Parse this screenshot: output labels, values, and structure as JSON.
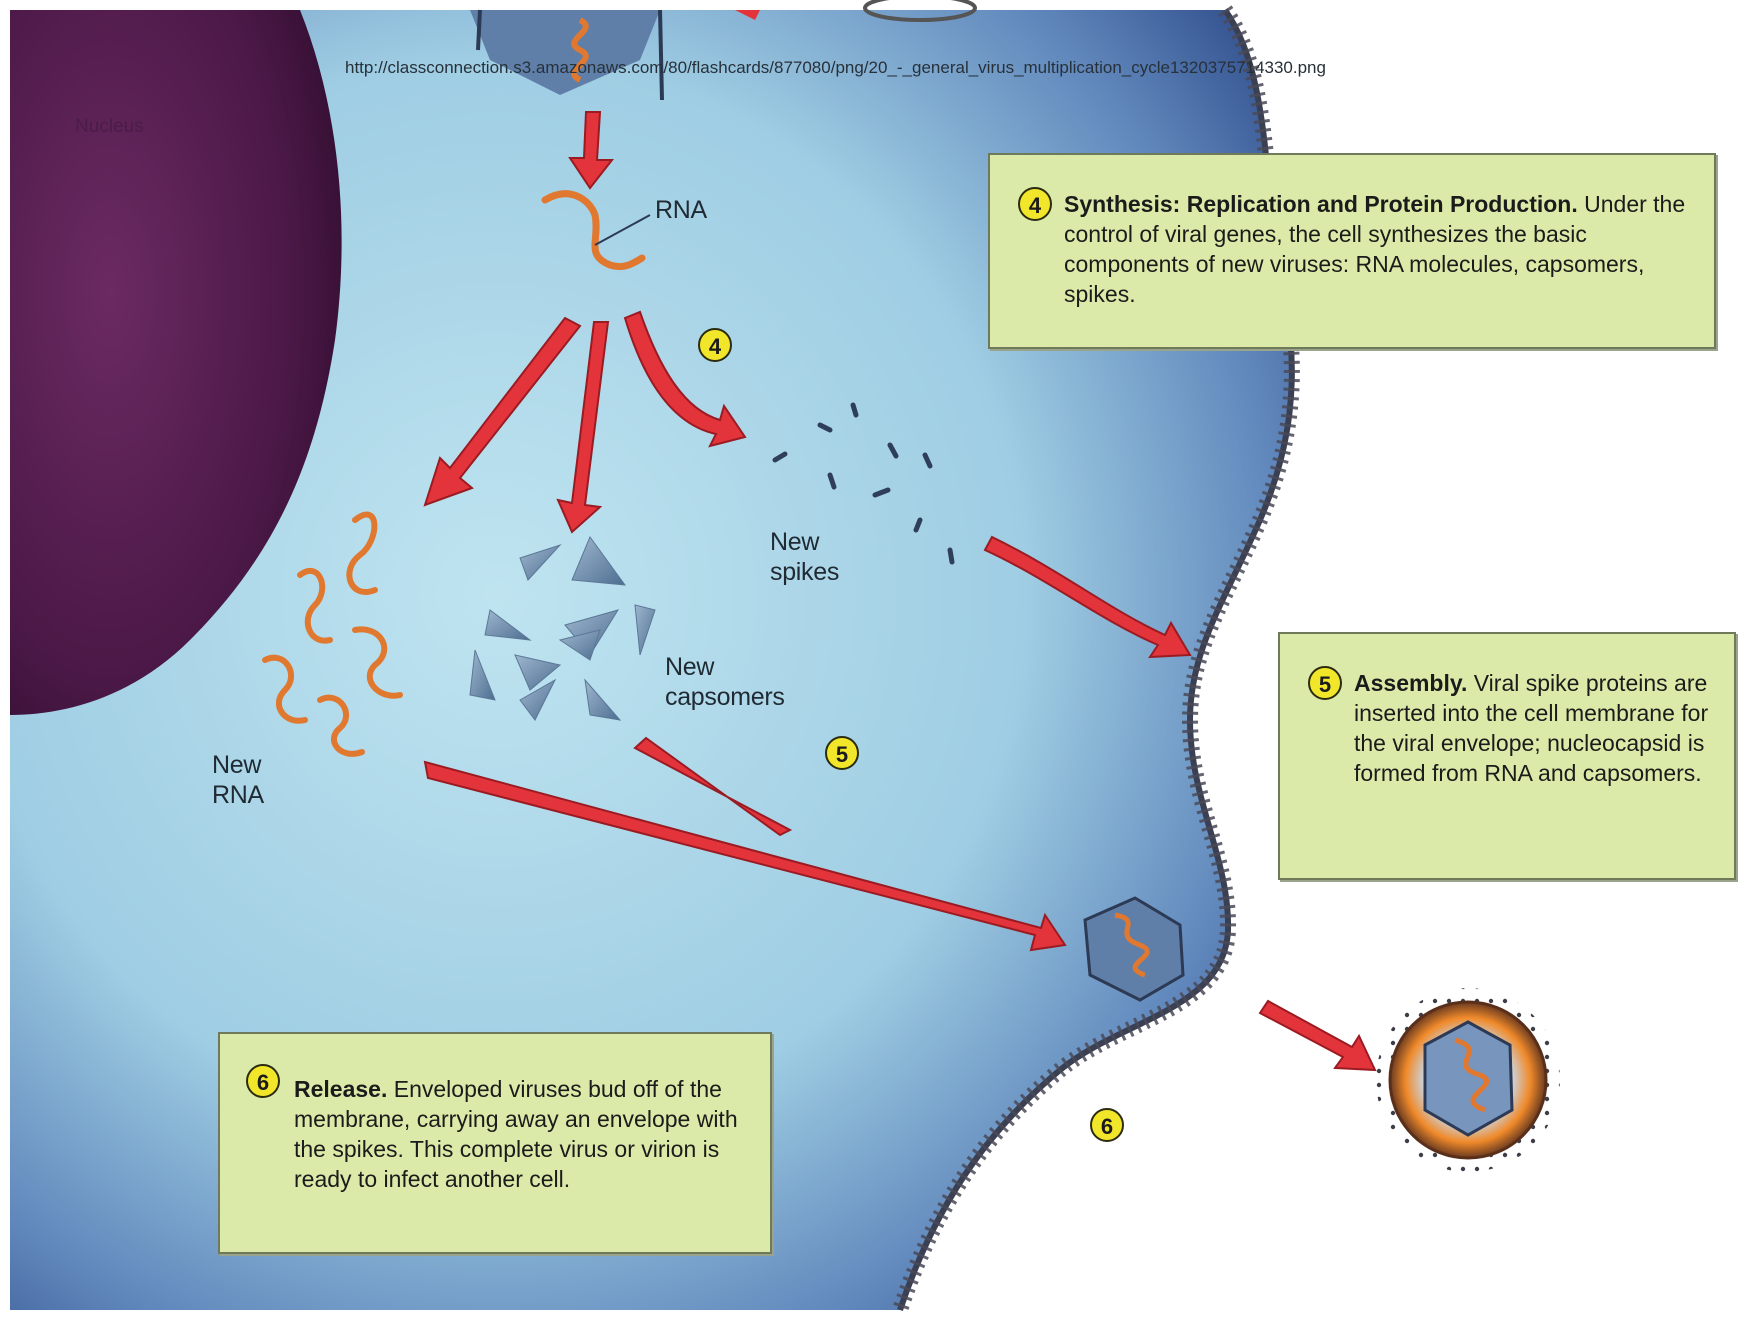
{
  "source_url": "http://classconnection.s3.amazonaws.com/80/flashcards/877080/png/20_-_general_virus_multiplication_cycle1320375714330.png",
  "nucleus_label": "Nucleus",
  "labels": {
    "rna": "RNA",
    "new_spikes": "New\nspikes",
    "new_capsomers": "New\ncapsomers",
    "new_rna": "New\nRNA"
  },
  "markers": {
    "step4": "4",
    "step5": "5",
    "step6": "6"
  },
  "boxes": {
    "synthesis": {
      "number": "4",
      "title": "Synthesis: Replication and Protein Production.",
      "body": "Under the control of viral genes, the cell synthesizes the basic components of new viruses: RNA molecules, capsomers, spikes."
    },
    "assembly": {
      "number": "5",
      "title": "Assembly.",
      "body": "Viral spike proteins are inserted into the cell membrane for the viral envelope; nucleocapsid is formed from RNA and capsomers."
    },
    "release": {
      "number": "6",
      "title": "Release.",
      "body": "Enveloped viruses bud off of the membrane, carrying away an envelope with the spikes. This complete virus or virion is ready to infect another cell."
    }
  },
  "colors": {
    "cytoplasm": "#a8d4e6",
    "cytoplasm_edge": "#2f4f8a",
    "nucleus": "#4a1846",
    "arrow": "#e3343c",
    "box_fill": "#dbeaa8",
    "marker": "#f2e62a",
    "rna": "#e07830"
  }
}
